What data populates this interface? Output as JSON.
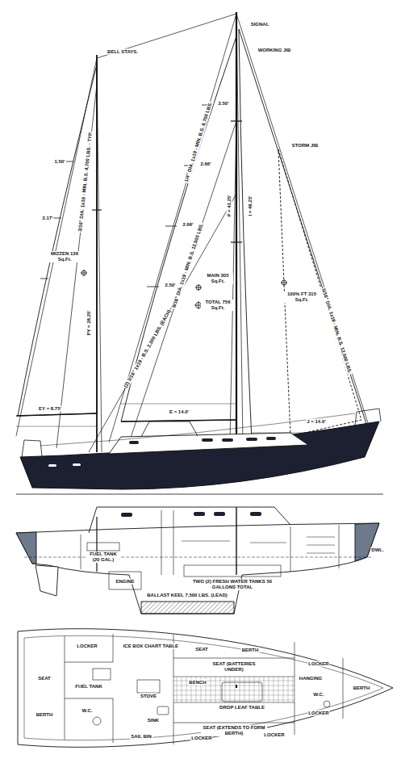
{
  "diagram": {
    "labels": [
      "SIGNAL",
      "WORKING JIB",
      "BELL STAYS.",
      "1/4\" DIA. 1x19 - MIN. B.S. 8,700 LBS.",
      "2.50'",
      "2.66'",
      "STORM JIB",
      "I = 49.25'",
      "P = 43.25'",
      "3/16\" DIA. 1x19 - MIN. B.S. 4,700 LBS. - TYP.",
      "1.50'",
      "2.17'",
      "2.66'",
      "MIZZEN 136 Sq.Ft.",
      "5/16\" DIA. 1x19 - MIN. B.S. 12,500 LBS.",
      "MAIN 305 Sq.Ft.",
      "TOTAL 756 Sq.Ft.",
      "100% FT 315 Sq.Ft.",
      "2.50'",
      "5/16\" DIA. 1x19 - MIN. B.S. 12,500 LBS.",
      "(2) 3/16\" 1x19 - B.S. 2,300 LBS. (EACH)",
      "PY = 28.25'",
      "E = 14.0'",
      "EY = 8.75'",
      "J = 14.0'",
      "DWL.",
      "FUEL TANK (20 GAL.)",
      "ENGINE",
      "TWO (2) FRESH WATER TANKS 50 GALLONS TOTAL",
      "BALLAST KEEL 7,500 LBS. (LEAD)",
      "LOCKER",
      "ICE BOX",
      "CHART TABLE",
      "SEAT",
      "BERTH",
      "LOCKER",
      "SEAT",
      "FUEL TANK",
      "STOVE",
      "SEAT (BATTERIES UNDER)",
      "BENCH",
      "DROP LEAF TABLE",
      "HANGING",
      "BERTH",
      "BERTH",
      "W.C.",
      "SINK",
      "W.C.",
      "SEAT (EXTENDS TO FORM BERTH)",
      "SAIL BIN",
      "LOCKER",
      "LOCKER",
      "LOCKER"
    ]
  }
}
